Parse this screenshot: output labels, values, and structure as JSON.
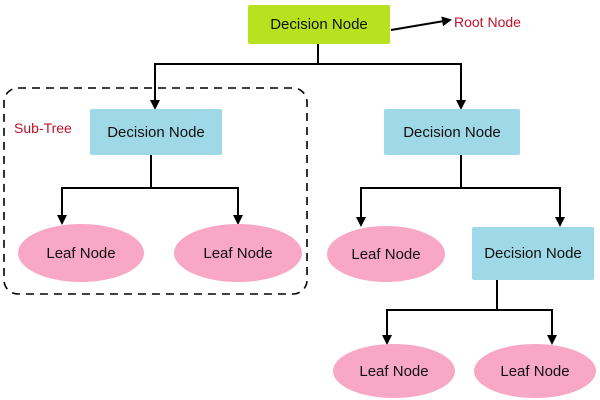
{
  "colors": {
    "root_fill": "#b8e21f",
    "decision_fill": "#9fd8e7",
    "leaf_fill": "#f8a7c4",
    "annotation_text": "#c0122a",
    "line": "#000000",
    "subtree_border": "#000000"
  },
  "nodes": {
    "root": {
      "label": "Decision Node",
      "kind": "decision"
    },
    "left_decision": {
      "label": "Decision Node",
      "kind": "decision"
    },
    "right_decision": {
      "label": "Decision Node",
      "kind": "decision"
    },
    "leaf_1": {
      "label": "Leaf Node",
      "kind": "leaf"
    },
    "leaf_2": {
      "label": "Leaf Node",
      "kind": "leaf"
    },
    "leaf_3": {
      "label": "Leaf Node",
      "kind": "leaf"
    },
    "inner_decision": {
      "label": "Decision Node",
      "kind": "decision"
    },
    "leaf_4": {
      "label": "Leaf Node",
      "kind": "leaf"
    },
    "leaf_5": {
      "label": "Leaf Node",
      "kind": "leaf"
    }
  },
  "annotations": {
    "root_node": "Root Node",
    "sub_tree": "Sub-Tree"
  }
}
